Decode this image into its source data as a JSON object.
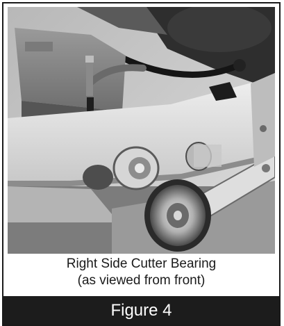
{
  "photo": {
    "alt": "Right side cutter bearing photograph"
  },
  "caption": {
    "line1": "Right Side Cutter Bearing",
    "line2": "(as viewed from front)"
  },
  "figure": {
    "label": "Figure 4"
  },
  "colors": {
    "frame": "#1a1a1a",
    "bar_background": "#1c1c1c",
    "bar_text": "#ffffff"
  }
}
